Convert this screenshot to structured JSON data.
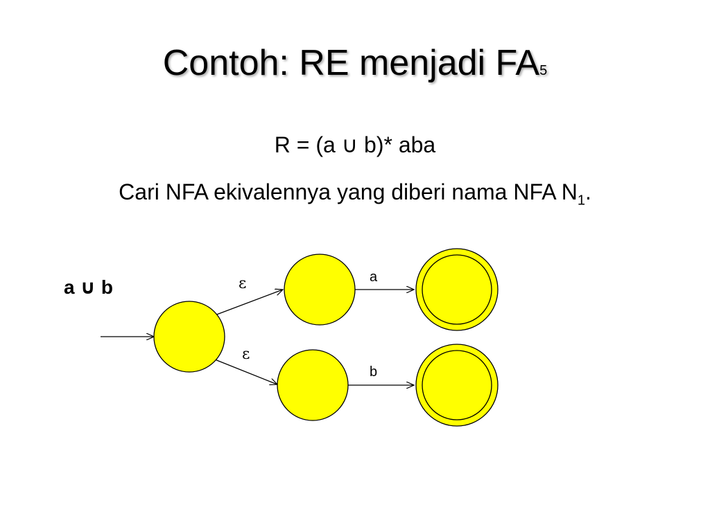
{
  "slide": {
    "title": "Contoh: RE menjadi FA",
    "title_subscript": "5",
    "regex_line": "R = (a ∪ b)* aba",
    "description_prefix": "Cari NFA ekivalennya yang diberi nama NFA N",
    "description_subscript": "1",
    "description_suffix": "."
  },
  "diagram": {
    "regex_label": "a ∪ b",
    "states": [
      {
        "id": "start",
        "accepting": false
      },
      {
        "id": "a-in",
        "accepting": false
      },
      {
        "id": "a-out",
        "accepting": true
      },
      {
        "id": "b-in",
        "accepting": false
      },
      {
        "id": "b-out",
        "accepting": true
      }
    ],
    "transitions": [
      {
        "from": "initial",
        "to": "start",
        "label": ""
      },
      {
        "from": "start",
        "to": "a-in",
        "label": "ε"
      },
      {
        "from": "start",
        "to": "b-in",
        "label": "ε"
      },
      {
        "from": "a-in",
        "to": "a-out",
        "label": "a"
      },
      {
        "from": "b-in",
        "to": "b-out",
        "label": "b"
      }
    ],
    "colors": {
      "state_fill": "#ffff00",
      "state_stroke": "#000000"
    }
  }
}
